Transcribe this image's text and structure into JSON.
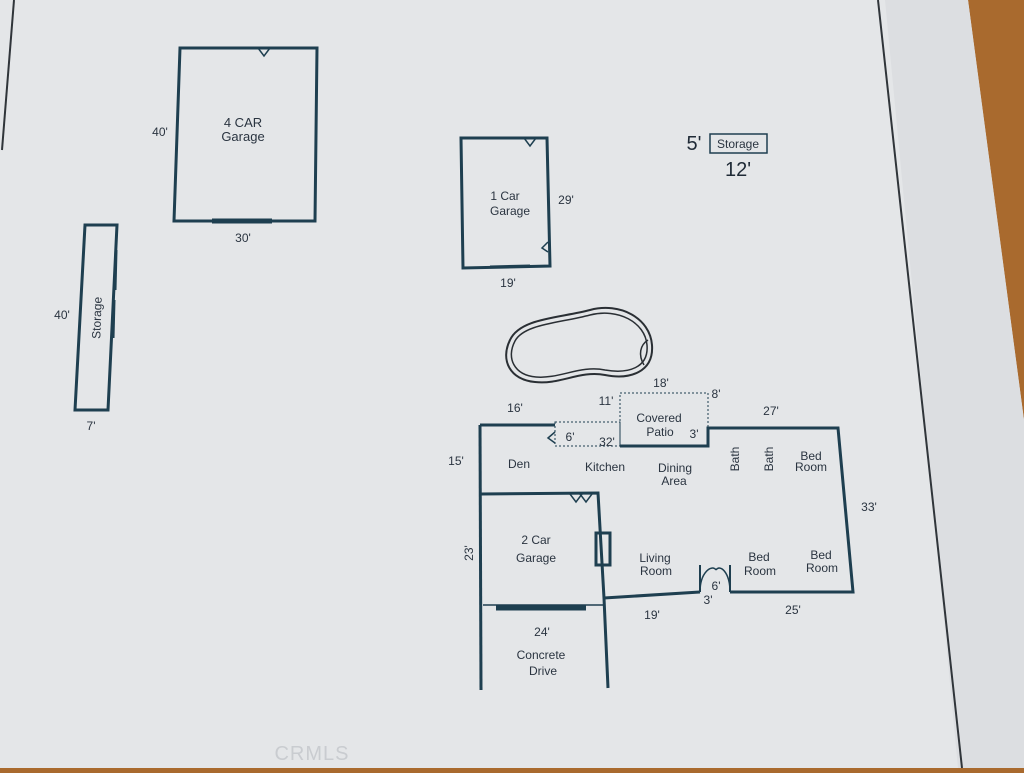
{
  "structures": {
    "garage4": {
      "line1": "4 CAR",
      "line2": "Garage",
      "depth": "40'",
      "width": "30'"
    },
    "storage_long": {
      "label": "Storage",
      "depth": "40'",
      "width": "7'"
    },
    "garage1": {
      "line1": "1 Car",
      "line2": "Garage",
      "depth": "29'",
      "width": "19'"
    },
    "storage_small": {
      "label": "Storage",
      "depth": "5'",
      "width": "12'"
    }
  },
  "house": {
    "rooms": {
      "den": "Den",
      "kitchen": "Kitchen",
      "dining_line1": "Dining",
      "dining_line2": "Area",
      "bath1": "Bath",
      "bath2": "Bath",
      "bed1_line1": "Bed",
      "bed1_line2": "Room",
      "bed2_line1": "Bed",
      "bed2_line2": "Room",
      "bed3_line1": "Bed",
      "bed3_line2": "Room",
      "living_line1": "Living",
      "living_line2": "Room",
      "garage2_line1": "2 Car",
      "garage2_line2": "Garage",
      "patio_line1": "Covered",
      "patio_line2": "Patio",
      "drive_line1": "Concrete",
      "drive_line2": "Drive"
    },
    "dims": {
      "d16": "16'",
      "d15": "15'",
      "d6a": "6'",
      "d32": "32'",
      "d11": "11'",
      "d18": "18'",
      "d8": "8'",
      "d3a": "3'",
      "d27": "27'",
      "d33": "33'",
      "d23": "23'",
      "d24": "24'",
      "d19": "19'",
      "d6b": "6'",
      "d3b": "3'",
      "d25": "25'"
    }
  },
  "watermark": "CRMLS"
}
